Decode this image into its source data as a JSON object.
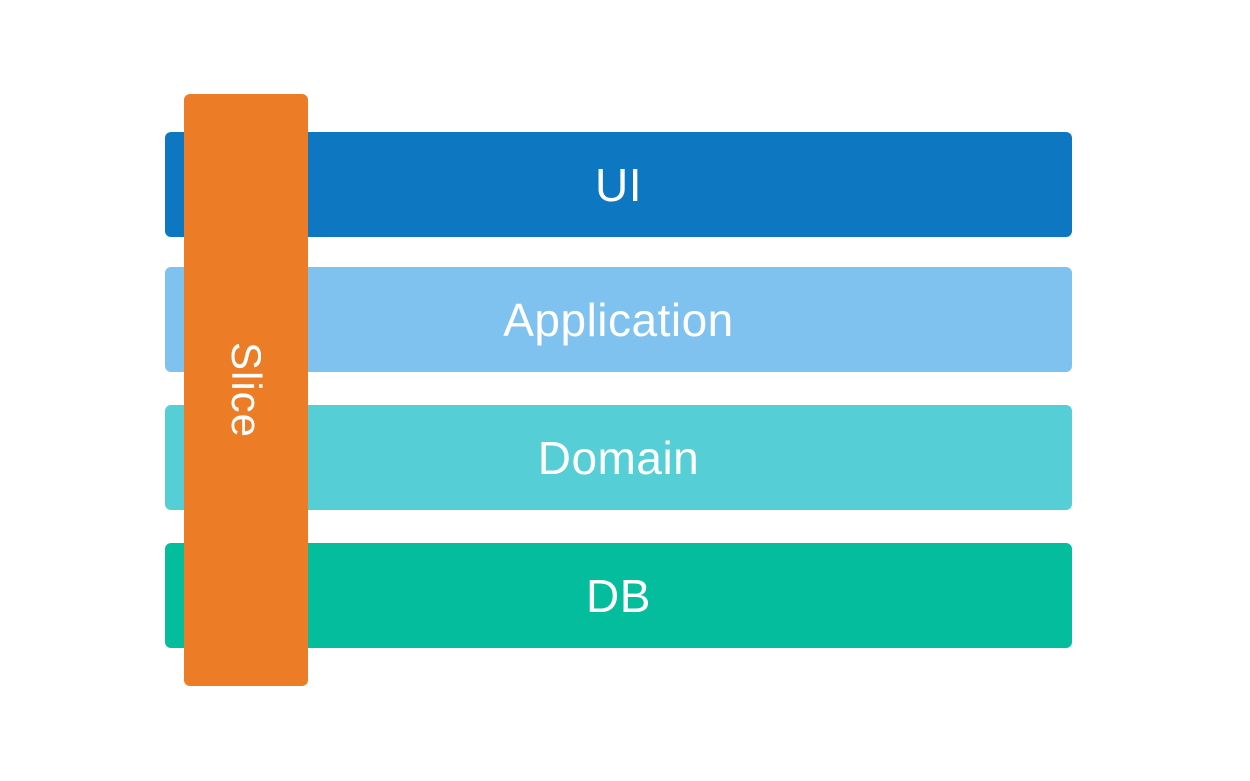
{
  "diagram": {
    "slice": {
      "label": "Slice",
      "color": "#EC7C25"
    },
    "layers": [
      {
        "label": "UI",
        "color": "#0D77C2"
      },
      {
        "label": "Application",
        "color": "#7FC2F0"
      },
      {
        "label": "Domain",
        "color": "#56CED5"
      },
      {
        "label": "DB",
        "color": "#03BD9D"
      }
    ]
  }
}
